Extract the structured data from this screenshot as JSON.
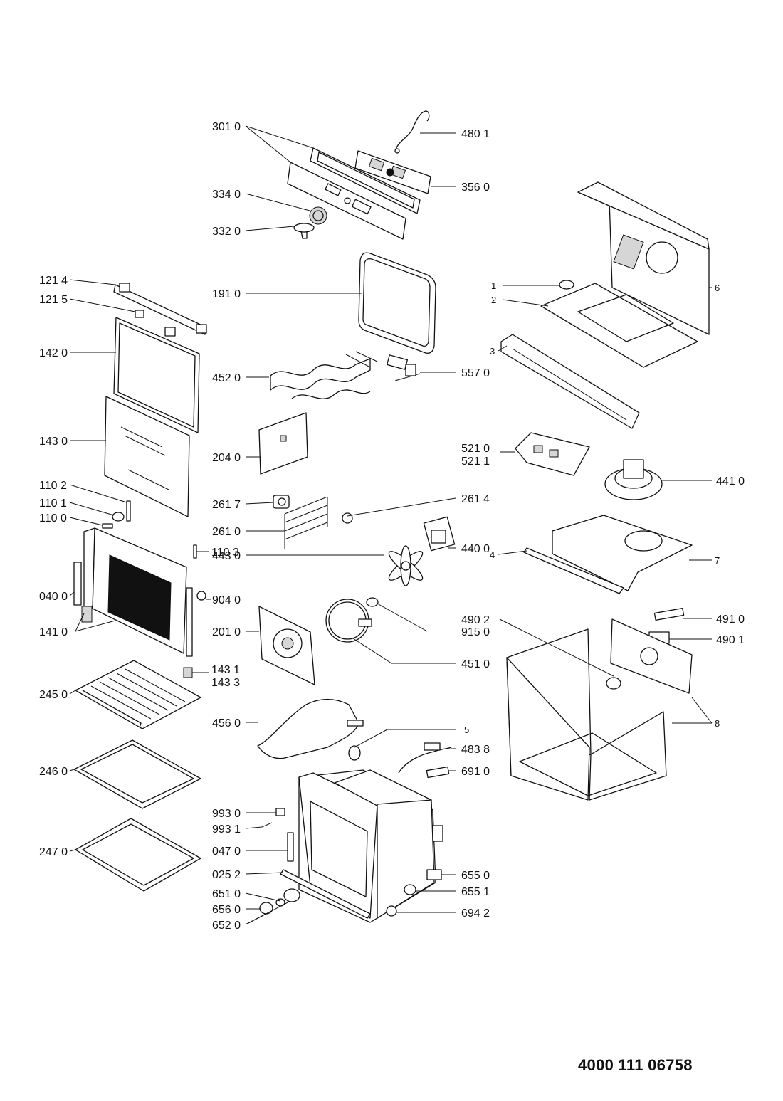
{
  "document_number": "4000 111 06758",
  "labels": {
    "l3010": "301 0",
    "l4801": "480 1",
    "l3560": "356 0",
    "l3340": "334 0",
    "l3320": "332 0",
    "l1214": "121 4",
    "l1215": "121 5",
    "l1910": "191 0",
    "l1420": "142 0",
    "l4520": "452 0",
    "l5570": "557 0",
    "l1430": "143 0",
    "l2040": "204 0",
    "l5210": "521 0",
    "l5211": "521 1",
    "l4410": "441 0",
    "l1102": "110 2",
    "l2617": "261 7",
    "l2614": "261 4",
    "l1101": "110 1",
    "l1100": "110 0",
    "l2610": "261 0",
    "l1103": "110 3",
    "l4430": "443 0",
    "l4400": "440 0",
    "l0400": "040 0",
    "l9040": "904 0",
    "l4902": "490 2",
    "l4910": "491 0",
    "l1410": "141 0",
    "l2010": "201 0",
    "l9150": "915 0",
    "l4901": "490 1",
    "l4510": "451 0",
    "l1431": "143 1",
    "l1433": "143 3",
    "l2450": "245 0",
    "l4560": "456 0",
    "l2460": "246 0",
    "l4838": "483 8",
    "l6910": "691 0",
    "l9930": "993 0",
    "l9931": "993 1",
    "l2470": "247 0",
    "l0470": "047 0",
    "l0252": "025 2",
    "l6550": "655 0",
    "l6510": "651 0",
    "l6551": "655 1",
    "l6560": "656 0",
    "l6942": "694 2",
    "l6520": "652 0",
    "n1": "1",
    "n2": "2",
    "n3": "3",
    "n4": "4",
    "n5": "5",
    "n6": "6",
    "n7": "7",
    "n8": "8"
  }
}
